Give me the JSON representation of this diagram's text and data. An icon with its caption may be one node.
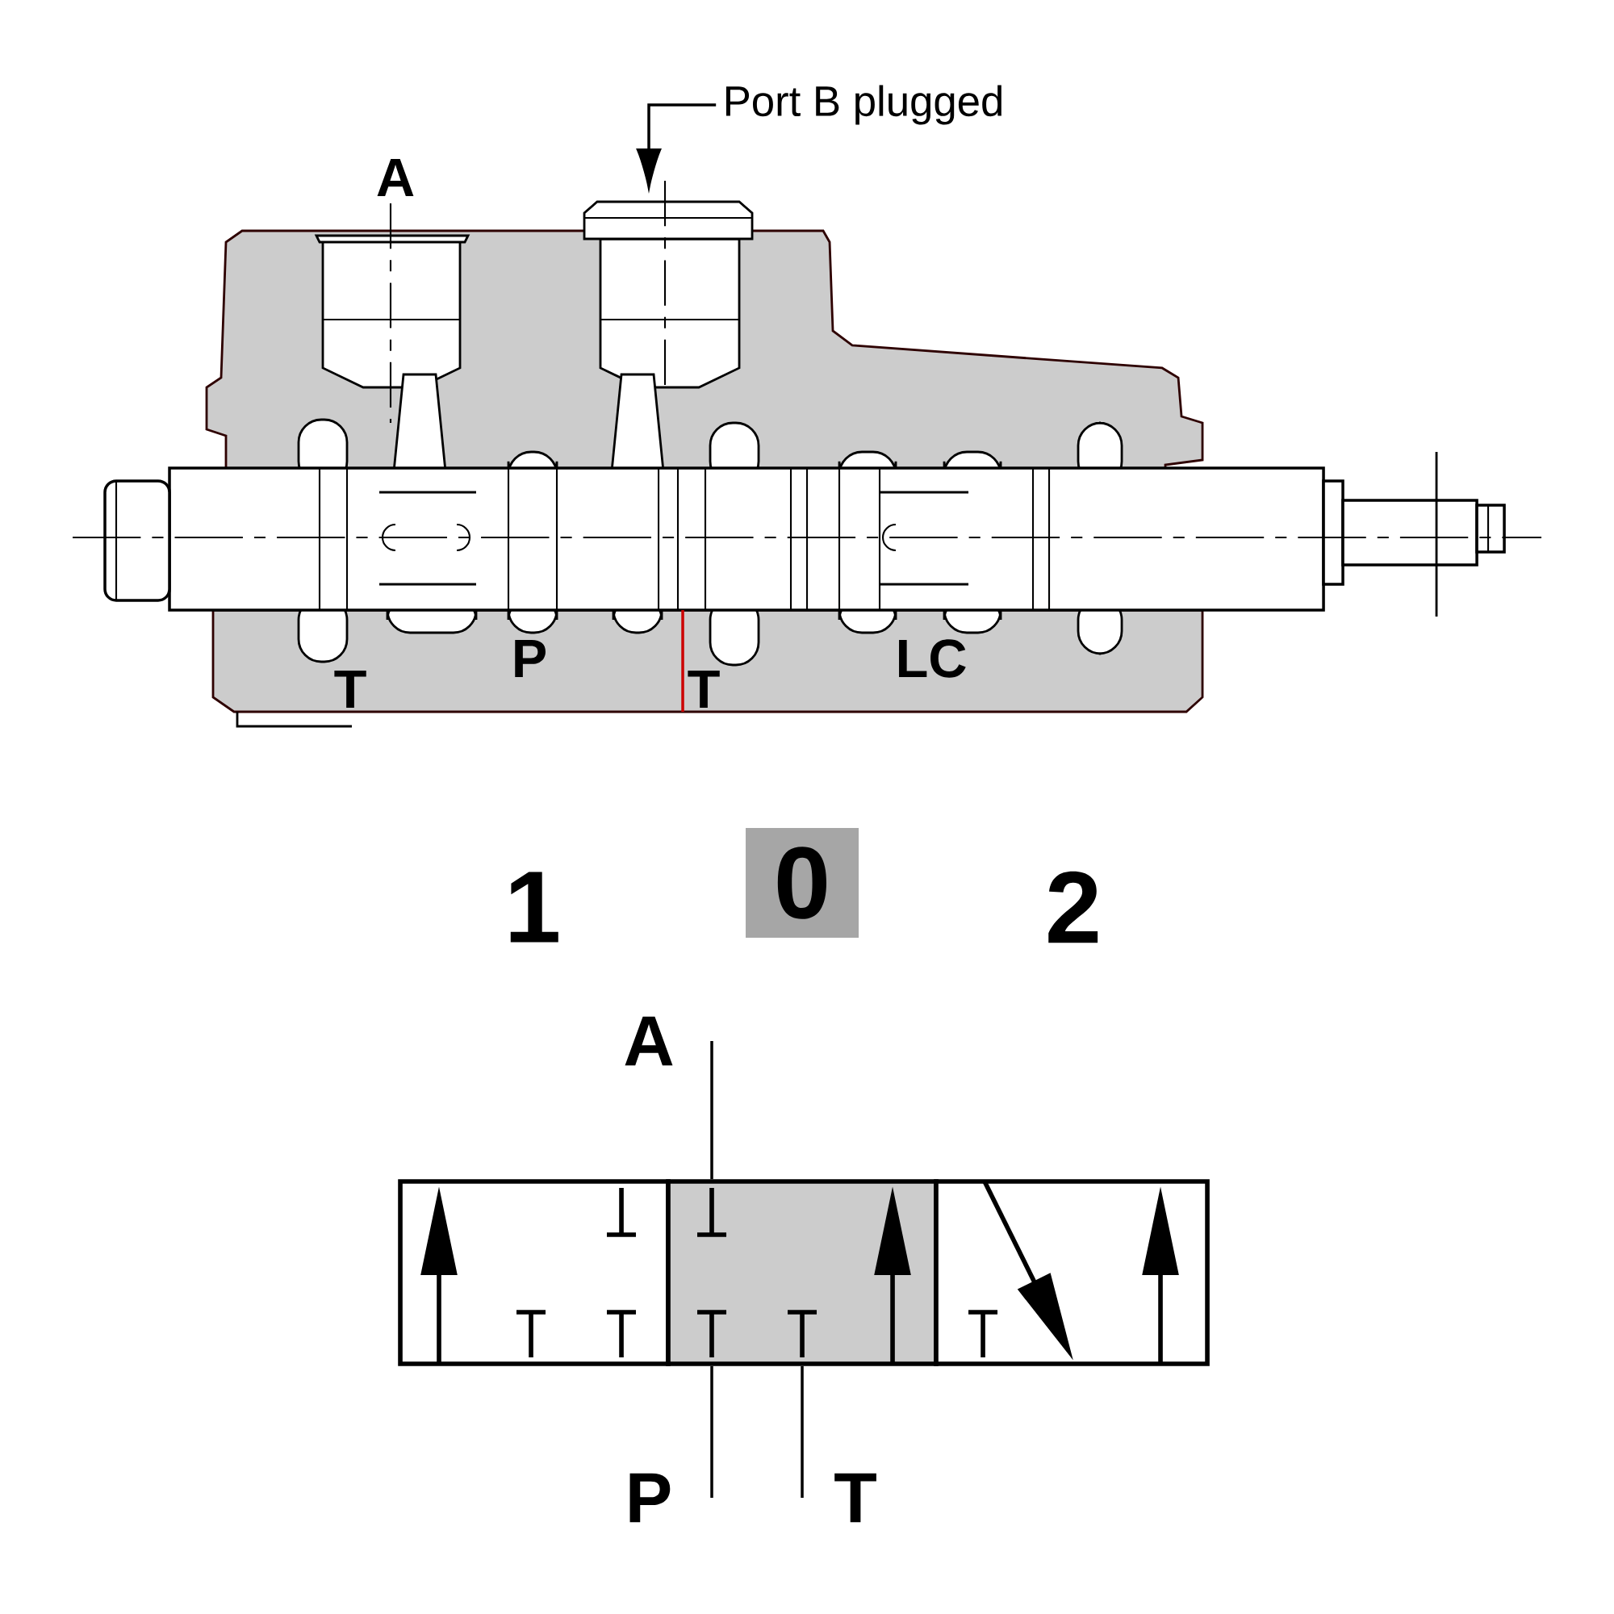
{
  "diagram": {
    "nodes": [
      {
        "text": [
          "Port B plugged"
        ]
      },
      {
        "text": [
          "A"
        ]
      },
      {
        "text": [],
        "shape": "box"
      },
      {
        "text": [],
        "shape": "box"
      },
      {
        "text": [],
        "shape": "box"
      },
      {
        "text": [
          "P"
        ]
      },
      {
        "text": [
          "T"
        ]
      }
    ],
    "edges": [
      {
        "from": 0,
        "to": null,
        "arrow": "to"
      },
      {
        "from": 1,
        "to": 3,
        "arrow": "none"
      },
      {
        "from": 5,
        "to": 3,
        "arrow": "none"
      },
      {
        "from": 6,
        "to": 3,
        "arrow": "none"
      }
    ],
    "labels": [
      "A",
      "T",
      "P",
      "T",
      "LC",
      "1",
      "0",
      "2"
    ]
  }
}
